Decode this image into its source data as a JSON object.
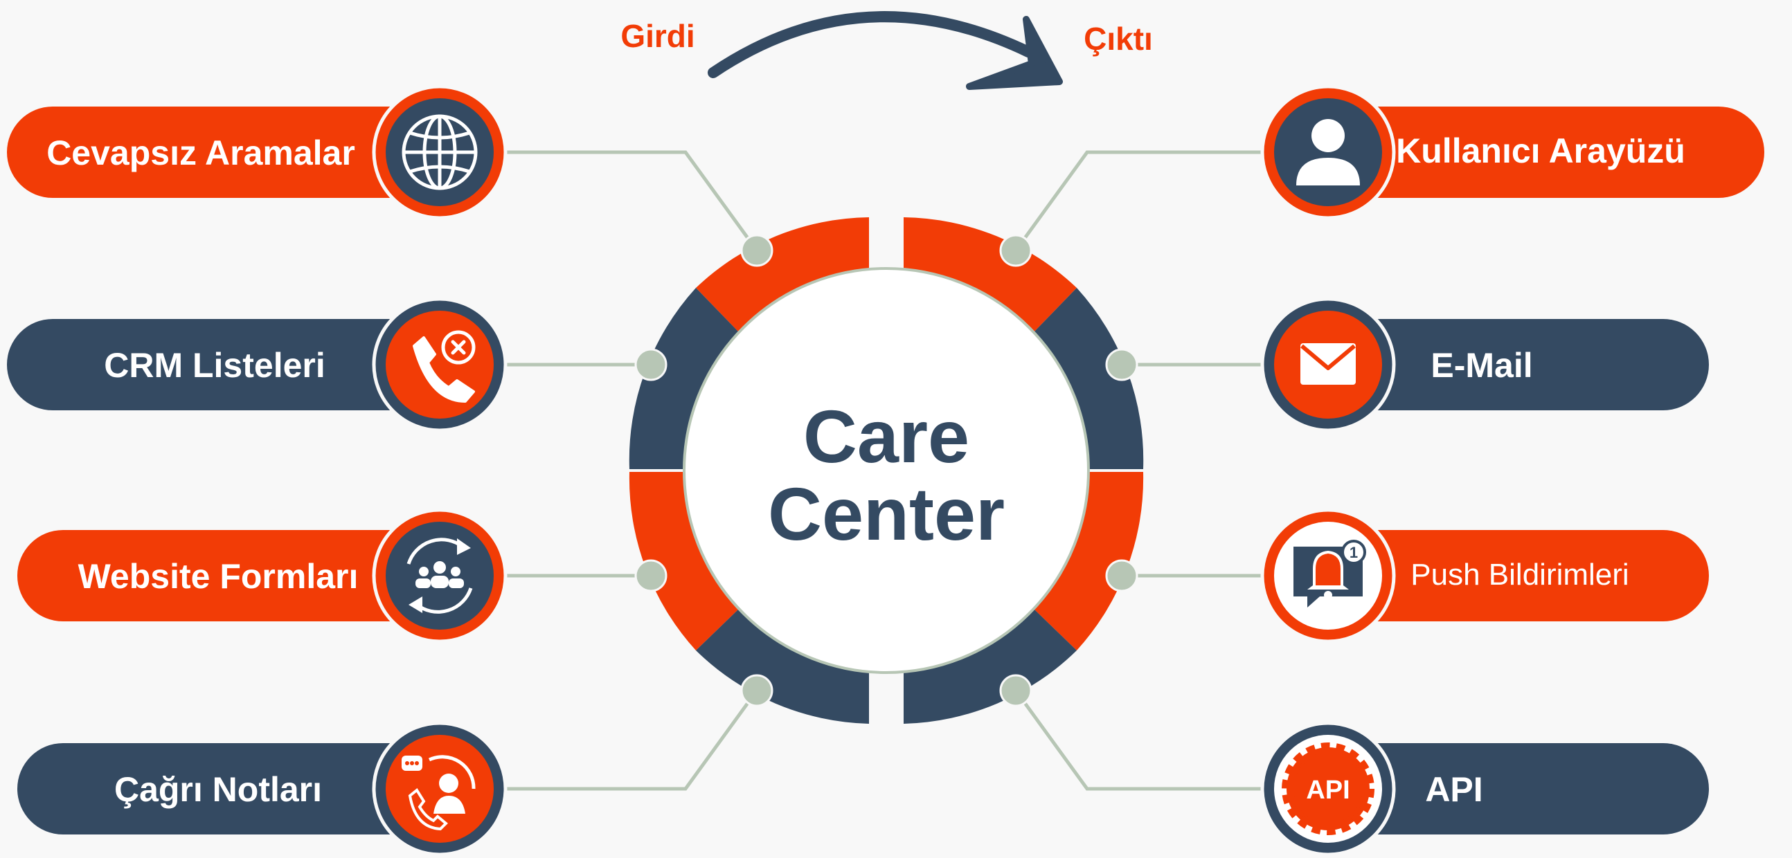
{
  "flow": {
    "input_label": "Girdi",
    "output_label": "Çıktı"
  },
  "center": {
    "line1": "Care",
    "line2": "Center"
  },
  "inputs": [
    {
      "label": "Cevapsız Aramalar",
      "icon": "globe-icon",
      "color": "orange"
    },
    {
      "label": "CRM Listeleri",
      "icon": "missed-call-icon",
      "color": "navy"
    },
    {
      "label": "Website Formları",
      "icon": "group-sync-icon",
      "color": "orange"
    },
    {
      "label": "Çağrı Notları",
      "icon": "call-notes-icon",
      "color": "navy"
    }
  ],
  "outputs": [
    {
      "label": "Kullanıcı Arayüzü",
      "icon": "user-icon",
      "color": "orange"
    },
    {
      "label": "E-Mail",
      "icon": "mail-icon",
      "color": "navy"
    },
    {
      "label": "Push Bildirimleri",
      "icon": "notification-bell-icon",
      "color": "orange"
    },
    {
      "label": "API",
      "icon": "api-gear-icon",
      "color": "navy",
      "badge_text": "API"
    }
  ],
  "colors": {
    "orange": "#f23c06",
    "navy": "#344a62",
    "connector": "#b7c6b5",
    "background": "#f8f8f8",
    "white": "#ffffff"
  }
}
